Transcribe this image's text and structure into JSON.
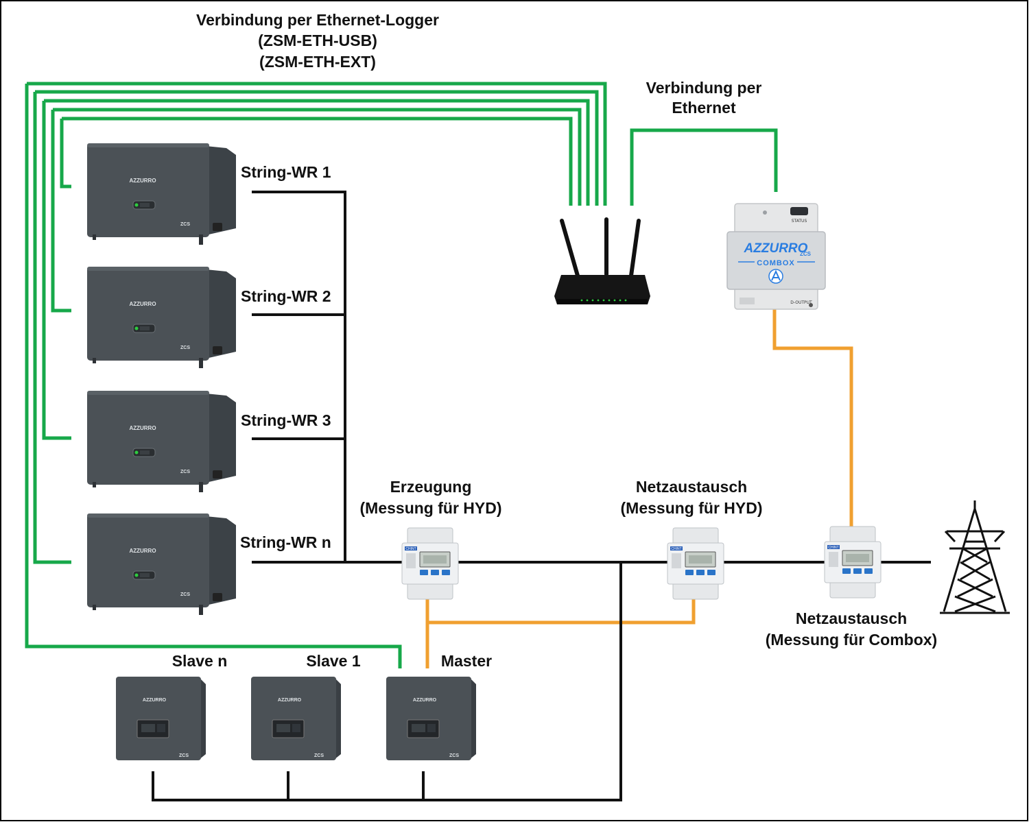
{
  "labels": {
    "ethernet_logger_title": "Verbindung per Ethernet-Logger",
    "ethernet_logger_model_1": "(ZSM-ETH-USB)",
    "ethernet_logger_model_2": "(ZSM-ETH-EXT)",
    "ethernet_title_1": "Verbindung per",
    "ethernet_title_2": "Ethernet",
    "string_inverters": [
      "String-WR 1",
      "String-WR 2",
      "String-WR 3",
      "String-WR n"
    ],
    "generation_1": "Erzeugung",
    "generation_2": "(Messung für HYD)",
    "grid_exchange_hyd_1": "Netzaustausch",
    "grid_exchange_hyd_2": "(Messung für HYD)",
    "grid_exchange_combox_1": "Netzaustausch",
    "grid_exchange_combox_2": "(Messung für Combox)",
    "hybrid_inverters": [
      "Slave n",
      "Slave 1",
      "Master"
    ]
  },
  "device_markings": {
    "inverter_brand": "AZZURRO",
    "inverter_logo": "ZCS",
    "combox_brand": "AZZURRO",
    "combox_sub": "ZCS",
    "combox_name": "COMBOX",
    "combox_status": "STATUS",
    "combox_output": "D-OUTPUT",
    "meter_brand": "CHINT"
  },
  "colors": {
    "ethernet_cable": "#17a84a",
    "meter_cable": "#f0a030",
    "power_line": "#111111",
    "inverter_body": "#4b5156",
    "led": "#2ecc40"
  }
}
